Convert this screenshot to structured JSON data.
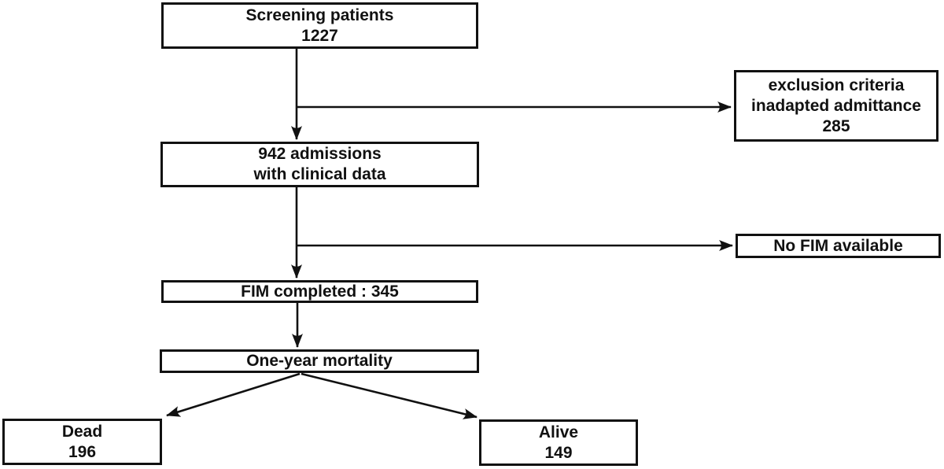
{
  "page": {
    "background": "#ffffff",
    "ink_color": "#111111"
  },
  "diagram": {
    "type": "flowchart",
    "nodes": {
      "screening": {
        "lines": [
          "Screening patients",
          "1227"
        ]
      },
      "exclusion": {
        "lines": [
          "exclusion criteria",
          "inadapted admittance",
          "285"
        ]
      },
      "admissions": {
        "lines": [
          "942 admissions",
          "with clinical data"
        ]
      },
      "no_fim": {
        "lines": [
          "No FIM available"
        ]
      },
      "fim_completed": {
        "lines": [
          "FIM completed : 345"
        ]
      },
      "mortality": {
        "lines": [
          "One-year mortality"
        ]
      },
      "dead": {
        "lines": [
          "Dead",
          "196"
        ]
      },
      "alive": {
        "lines": [
          "Alive",
          "149"
        ]
      }
    },
    "edges": [
      {
        "from": "screening",
        "to": "admissions"
      },
      {
        "from": "screening",
        "to": "exclusion"
      },
      {
        "from": "admissions",
        "to": "fim_completed"
      },
      {
        "from": "admissions",
        "to": "no_fim"
      },
      {
        "from": "fim_completed",
        "to": "mortality"
      },
      {
        "from": "mortality",
        "to": "dead"
      },
      {
        "from": "mortality",
        "to": "alive"
      }
    ]
  }
}
